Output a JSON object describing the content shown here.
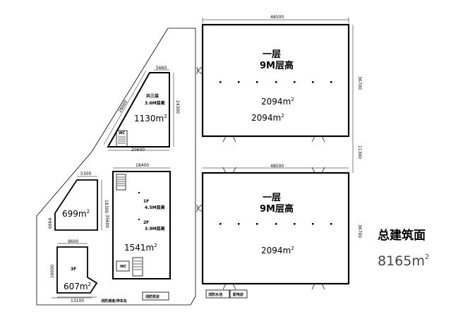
{
  "buildings": {
    "north_large": {
      "width_dim": "48500",
      "depth_dim": "36700",
      "title_line1": "一层",
      "title_line2": "9M层高",
      "area_main": "2094",
      "area_second": "2094",
      "unit": "m",
      "sup": "2"
    },
    "south_large": {
      "width_dim": "48500",
      "depth_dim": "36700",
      "title_line1": "一层",
      "title_line2": "9M层高",
      "area_main": "2094",
      "unit": "m",
      "sup": "2"
    },
    "gap_dim": "11300",
    "triangle": {
      "top_dim": "5660",
      "side_dim": "24300",
      "diag_dim": "28000",
      "bottom_dim": "20600",
      "label": "共三层\n3.6M层高",
      "area": "1130",
      "unit": "m",
      "sup": "2",
      "stair_tag": "WC"
    },
    "middle": {
      "top_dim": "18400",
      "side_dim": "35600",
      "floor1": "1F",
      "floor1_height": "4.5M层高",
      "floor2": "2F",
      "floor2_height": "3.9M层高",
      "area": "1541",
      "unit": "m",
      "sup": "2",
      "wc_tag": "WC"
    },
    "trapezoid": {
      "top_dim": "5300",
      "side_dim": "18300",
      "left_dim": "6664",
      "area": "699",
      "unit": "m",
      "sup": "2"
    },
    "south_small": {
      "top_dim": "9600",
      "side_dim": "16000",
      "bottom_dim": "13100",
      "floor_tag": "3F",
      "area": "607",
      "unit": "m",
      "sup": "2",
      "note": "消防通道/停车处"
    }
  },
  "legend": {
    "box1": "消防水池",
    "box2": "配电房",
    "box3": "消防泵房"
  },
  "total": {
    "label": "总建筑面",
    "value": "8165",
    "unit": "m",
    "sup": "2"
  }
}
